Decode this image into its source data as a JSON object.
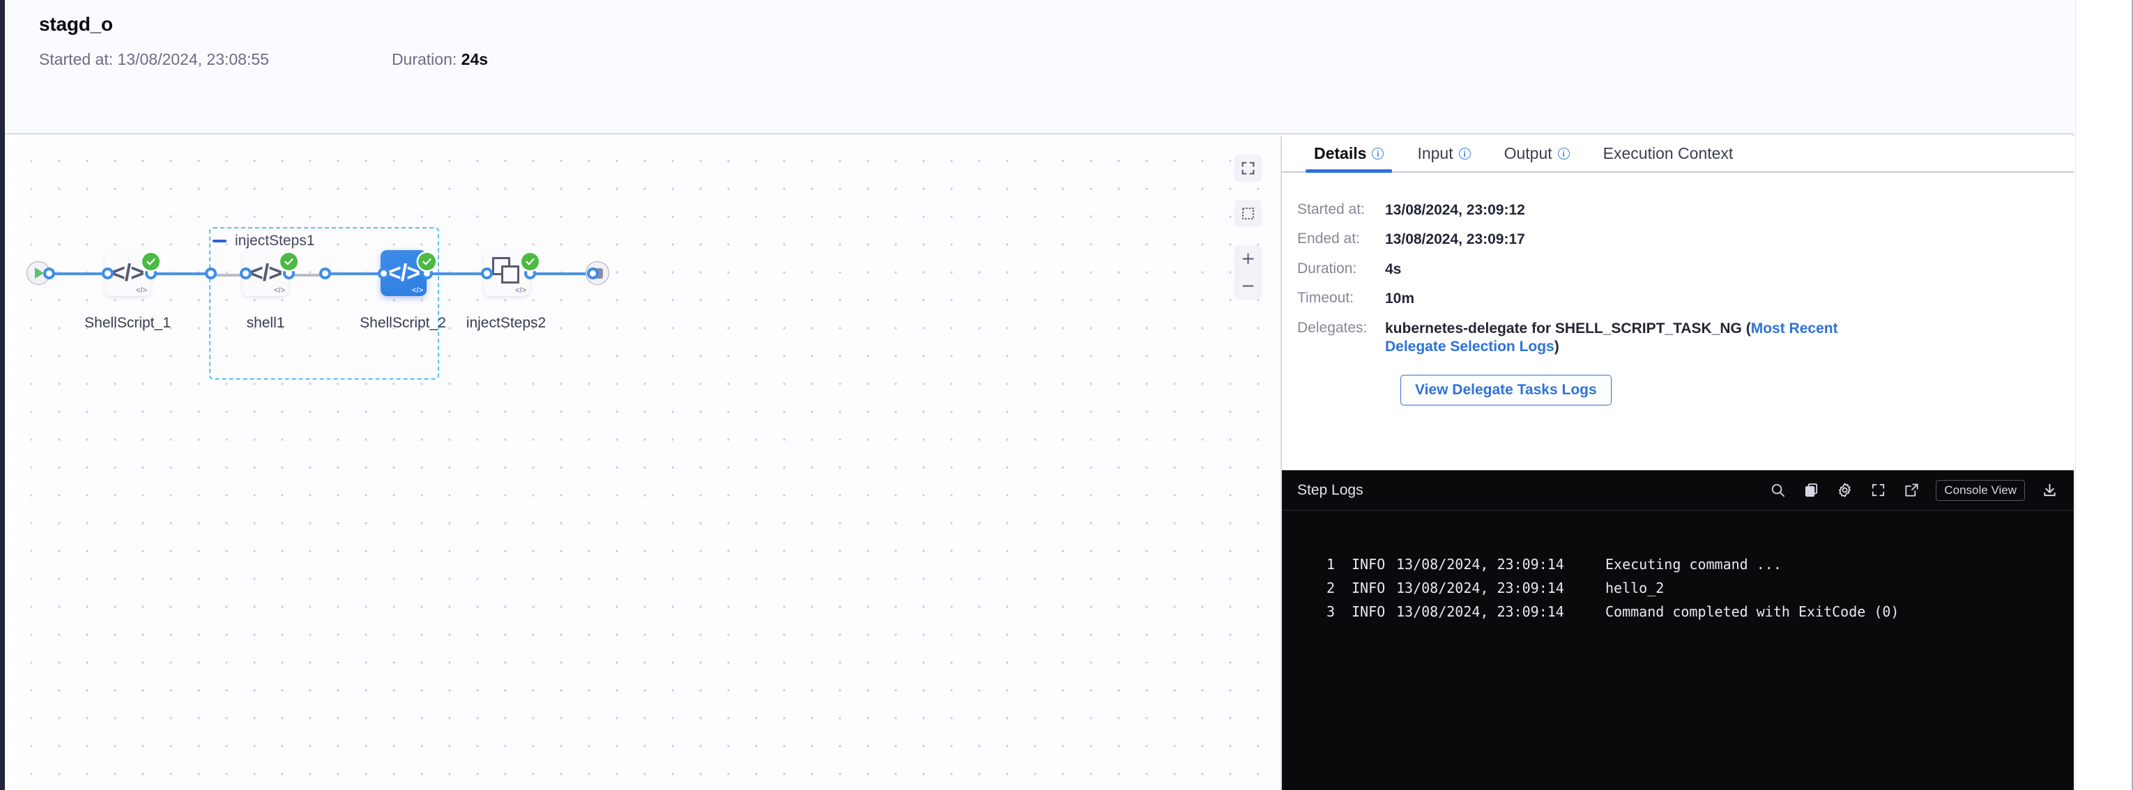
{
  "header": {
    "title": "stagd_o",
    "started_label": "Started at:",
    "started_value": "13/08/2024, 23:08:55",
    "duration_label": "Duration:",
    "duration_value": "24s"
  },
  "canvas": {
    "group": {
      "label": "injectSteps1"
    },
    "nodes": [
      {
        "name": "ShellScript_1",
        "icon": "code-icon",
        "status": "success",
        "selected": false
      },
      {
        "name": "shell1",
        "icon": "code-icon",
        "status": "success",
        "selected": false
      },
      {
        "name": "ShellScript_2",
        "icon": "code-icon",
        "status": "success",
        "selected": true
      },
      {
        "name": "injectSteps2",
        "icon": "layers-icon",
        "status": "success",
        "selected": false
      }
    ],
    "start_node": "play-icon",
    "end_node": "stop-icon",
    "controls": [
      {
        "name": "fit-to-screen",
        "icon": "fullscreen-icon"
      },
      {
        "name": "select-area",
        "icon": "marquee-icon"
      },
      {
        "name": "zoom-in",
        "icon": "plus-icon"
      },
      {
        "name": "zoom-out",
        "icon": "minus-icon"
      }
    ]
  },
  "panel": {
    "tabs": [
      {
        "label": "Details",
        "info": true,
        "active": true
      },
      {
        "label": "Input",
        "info": true,
        "active": false
      },
      {
        "label": "Output",
        "info": true,
        "active": false
      },
      {
        "label": "Execution Context",
        "info": false,
        "active": false
      }
    ],
    "details": {
      "started_label": "Started at:",
      "started_value": "13/08/2024, 23:09:12",
      "ended_label": "Ended at:",
      "ended_value": "13/08/2024, 23:09:17",
      "duration_label": "Duration:",
      "duration_value": "4s",
      "timeout_label": "Timeout:",
      "timeout_value": "10m",
      "delegates_label": "Delegates:",
      "delegates_prefix": "kubernetes-delegate for SHELL_SCRIPT_TASK_NG (",
      "delegates_link": "Most Recent Delegate Selection Logs",
      "delegates_suffix": ")",
      "delegate_logs_button": "View Delegate Tasks Logs"
    }
  },
  "console": {
    "title": "Step Logs",
    "console_view_label": "Console View",
    "icons": [
      "search-icon",
      "copy-icon",
      "gear-icon",
      "fullscreen-icon",
      "external-link-icon",
      "download-icon"
    ],
    "lines": [
      {
        "no": "1",
        "level": "INFO",
        "time": "13/08/2024, 23:09:14",
        "message": "Executing command ..."
      },
      {
        "no": "2",
        "level": "INFO",
        "time": "13/08/2024, 23:09:14",
        "message": "hello_2"
      },
      {
        "no": "3",
        "level": "INFO",
        "time": "13/08/2024, 23:09:14",
        "message": "Command completed with ExitCode (0)"
      }
    ]
  },
  "colors": {
    "accent_blue": "#2e72d9",
    "edge_blue": "#4c91ea",
    "success_green": "#4cb944",
    "group_border": "#5bc0f0",
    "console_bg": "#0a0a0c"
  }
}
